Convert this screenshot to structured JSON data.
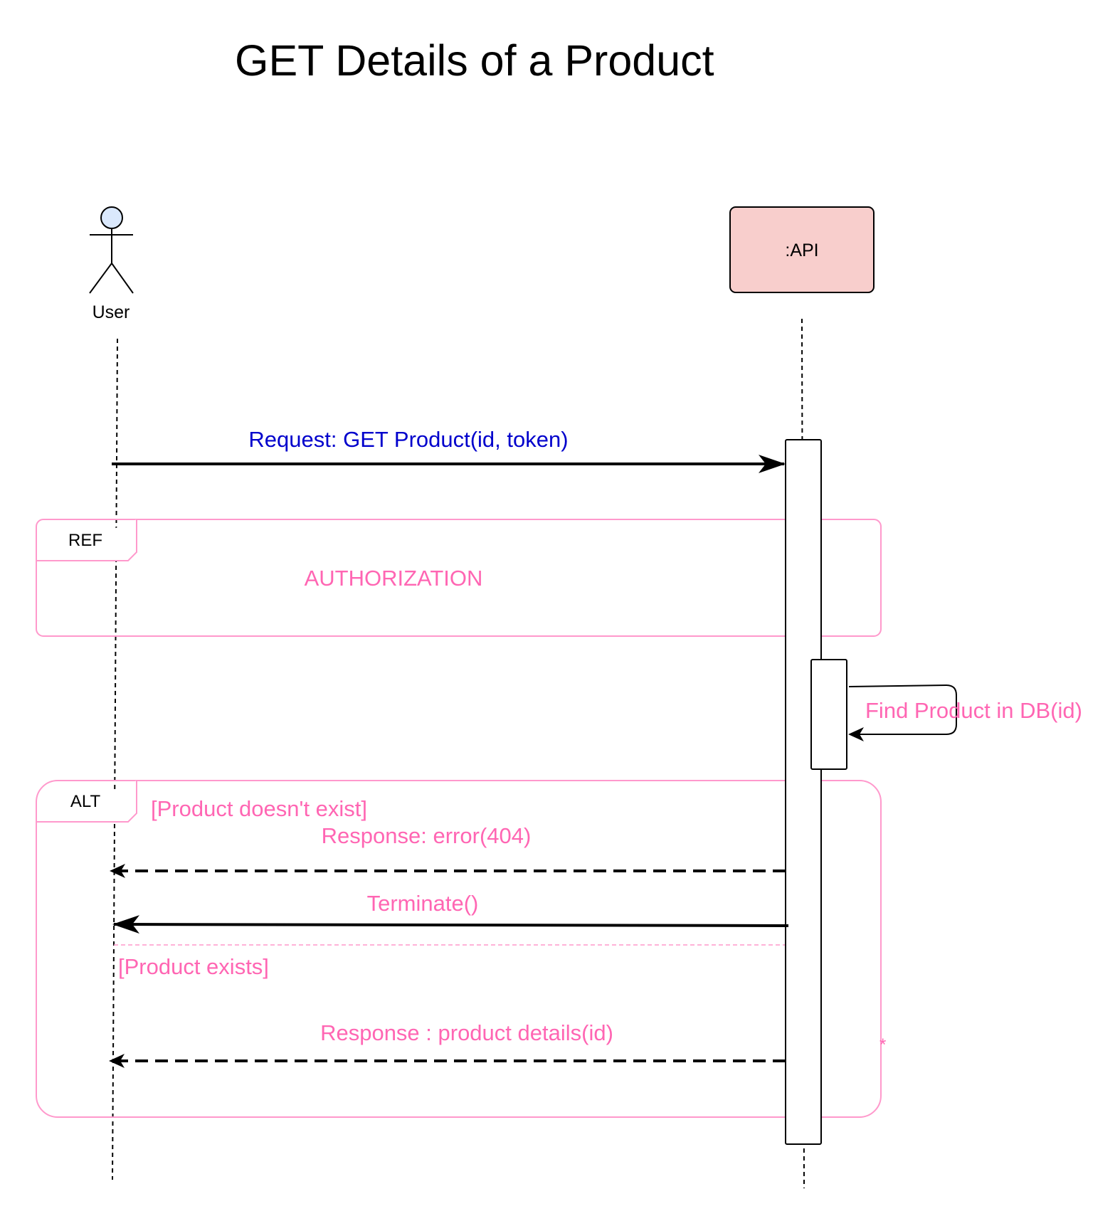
{
  "title": "GET Details of a Product",
  "participants": {
    "user": {
      "label": "User",
      "kind": "actor"
    },
    "api": {
      "label": ":API",
      "kind": "object"
    }
  },
  "messages": {
    "request": "Request: GET Product(id, token)",
    "find_product": "Find Product in DB(id)",
    "error_response": "Response: error(404)",
    "terminate": "Terminate()",
    "details_response": "Response : product details(id)"
  },
  "fragments": {
    "ref": {
      "tag": "REF",
      "content": "AUTHORIZATION"
    },
    "alt": {
      "tag": "ALT",
      "guard_1": "[Product doesn't exist]",
      "guard_2": "[Product exists]",
      "note": "*"
    }
  },
  "colors": {
    "api_box_fill": "#f8cecc",
    "actor_head_fill": "#dae8fc",
    "fragment_stroke": "#ff99cc",
    "fragment_text": "#ff66b3",
    "request_text": "#0000cc",
    "line": "#000000"
  }
}
